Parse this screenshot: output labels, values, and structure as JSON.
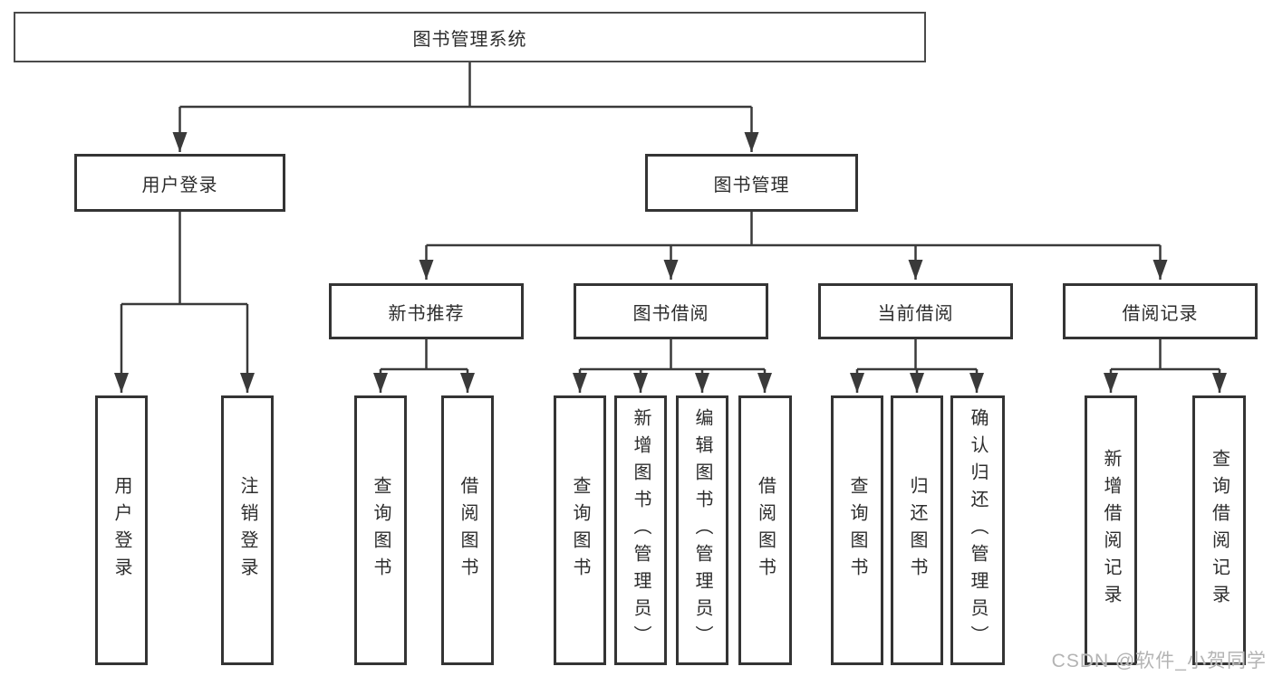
{
  "diagram": {
    "root": "图书管理系统",
    "level2": {
      "user_login": "用户登录",
      "book_mgmt": "图书管理"
    },
    "level3": {
      "new_book": "新书推荐",
      "borrow": "图书借阅",
      "current": "当前借阅",
      "records": "借阅记录"
    },
    "leaves": {
      "user_login": [
        "用户登录",
        "注销登录"
      ],
      "new_book": [
        "查询图书",
        "借阅图书"
      ],
      "borrow": [
        "查询图书",
        "新增图书（管理员）",
        "编辑图书（管理员）",
        "借阅图书"
      ],
      "current": [
        "查询图书",
        "归还图书",
        "确认归还（管理员）"
      ],
      "records": [
        "新增借阅记录",
        "查询借阅记录"
      ]
    }
  },
  "watermark": "CSDN @软件_小贺同学",
  "colors": {
    "line": "#3a3a3a",
    "box_border": "#343434",
    "text": "#2d2d2d",
    "watermark": "#b4b4b4",
    "background": "#ffffff"
  }
}
